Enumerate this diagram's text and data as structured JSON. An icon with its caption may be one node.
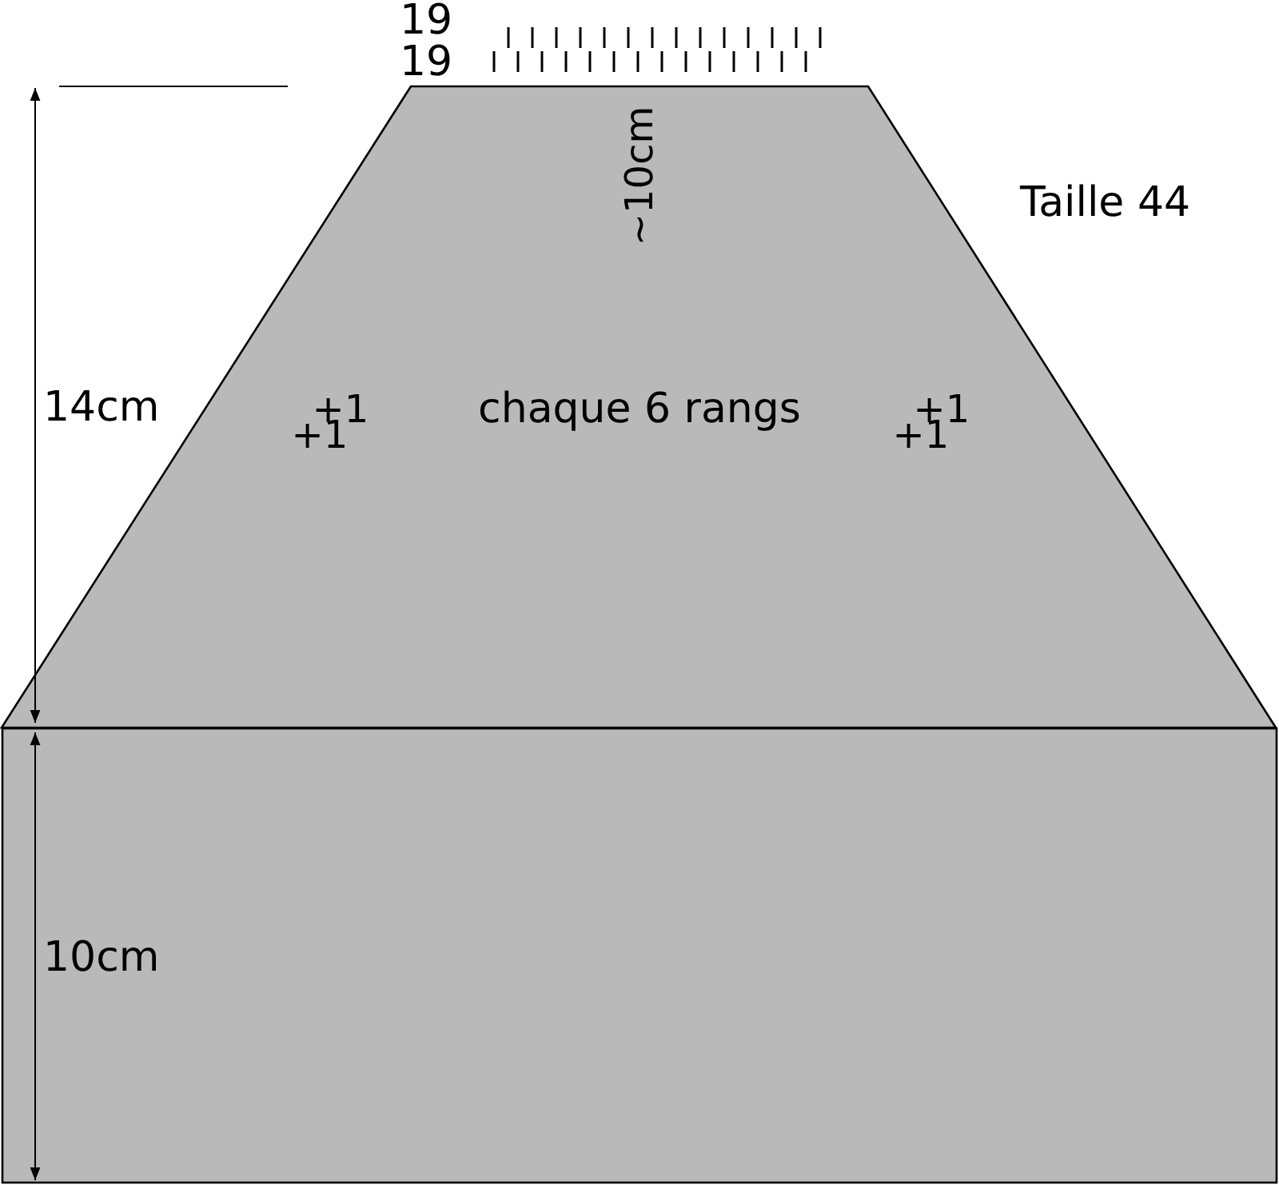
{
  "diagram": {
    "nodes": [
      {
        "text": [
          "~10cm",
          "+1",
          "+1",
          "chaque 6 rangs",
          "+1",
          "+1"
        ]
      },
      {
        "text": [],
        "shape": "box"
      }
    ],
    "labels": [
      "19",
      "19",
      "Taille 44",
      "14cm",
      "10cm"
    ]
  }
}
